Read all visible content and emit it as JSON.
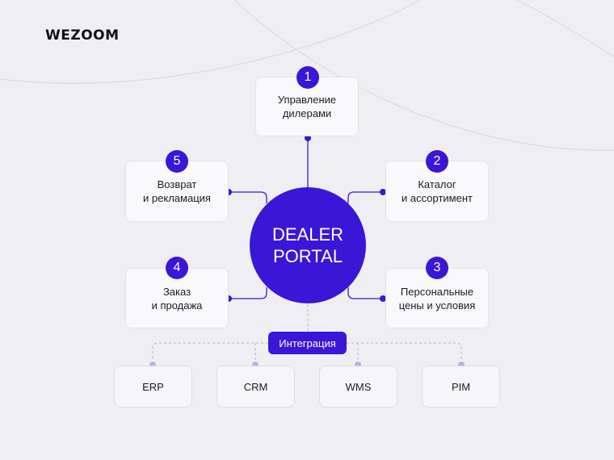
{
  "brand": {
    "logo": "WEZOOM"
  },
  "hub": {
    "label": "DEALER\nPORTAL"
  },
  "modules": [
    {
      "number": "1",
      "label": "Управление\nдилерами"
    },
    {
      "number": "2",
      "label": "Каталог\nи ассортимент"
    },
    {
      "number": "3",
      "label": "Персональные\nцены и условия"
    },
    {
      "number": "4",
      "label": "Заказ\nи продажа"
    },
    {
      "number": "5",
      "label": "Возврат\nи рекламация"
    }
  ],
  "integration": {
    "label": "Интеграция",
    "systems": [
      "ERP",
      "CRM",
      "WMS",
      "PIM"
    ]
  },
  "colors": {
    "accent": "#3a16d6",
    "background": "#efeff3",
    "card": "#f9f9fb"
  }
}
